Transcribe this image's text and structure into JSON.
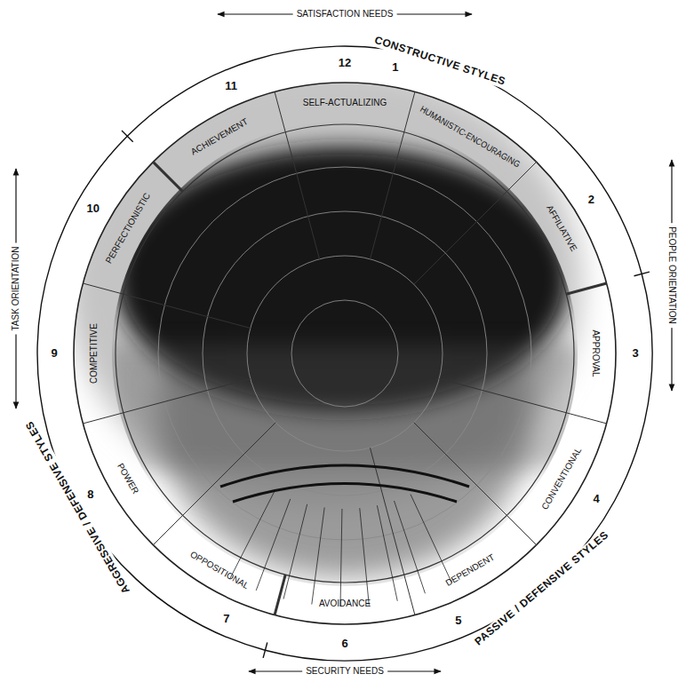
{
  "diagram": {
    "labels": [
      "SATISFACTION NEEDS",
      "CONSTRUCTIVE STYLES",
      "12",
      "SELF-ACTUALIZING",
      "HUMANISTIC-ENCOURAGING",
      "1",
      "AFFILIATIVE",
      "2",
      "PEOPLE ORIENTATION",
      "APPROVAL",
      "3",
      "CONVENTIONAL",
      "4",
      "PASSIVE / DEFENSIVE STYLES",
      "DEPENDENT",
      "5",
      "AVOIDANCE",
      "6",
      "SECURITY NEEDS",
      "OPPOSITIONAL",
      "7",
      "POWER",
      "8",
      "AGGRESSIVE / DEFENSIVE STYLES",
      "COMPETITIVE",
      "9",
      "TASK ORIENTATION",
      "PERFECTIONISTIC",
      "10",
      "ACHIEVEMENT",
      "11"
    ]
  }
}
